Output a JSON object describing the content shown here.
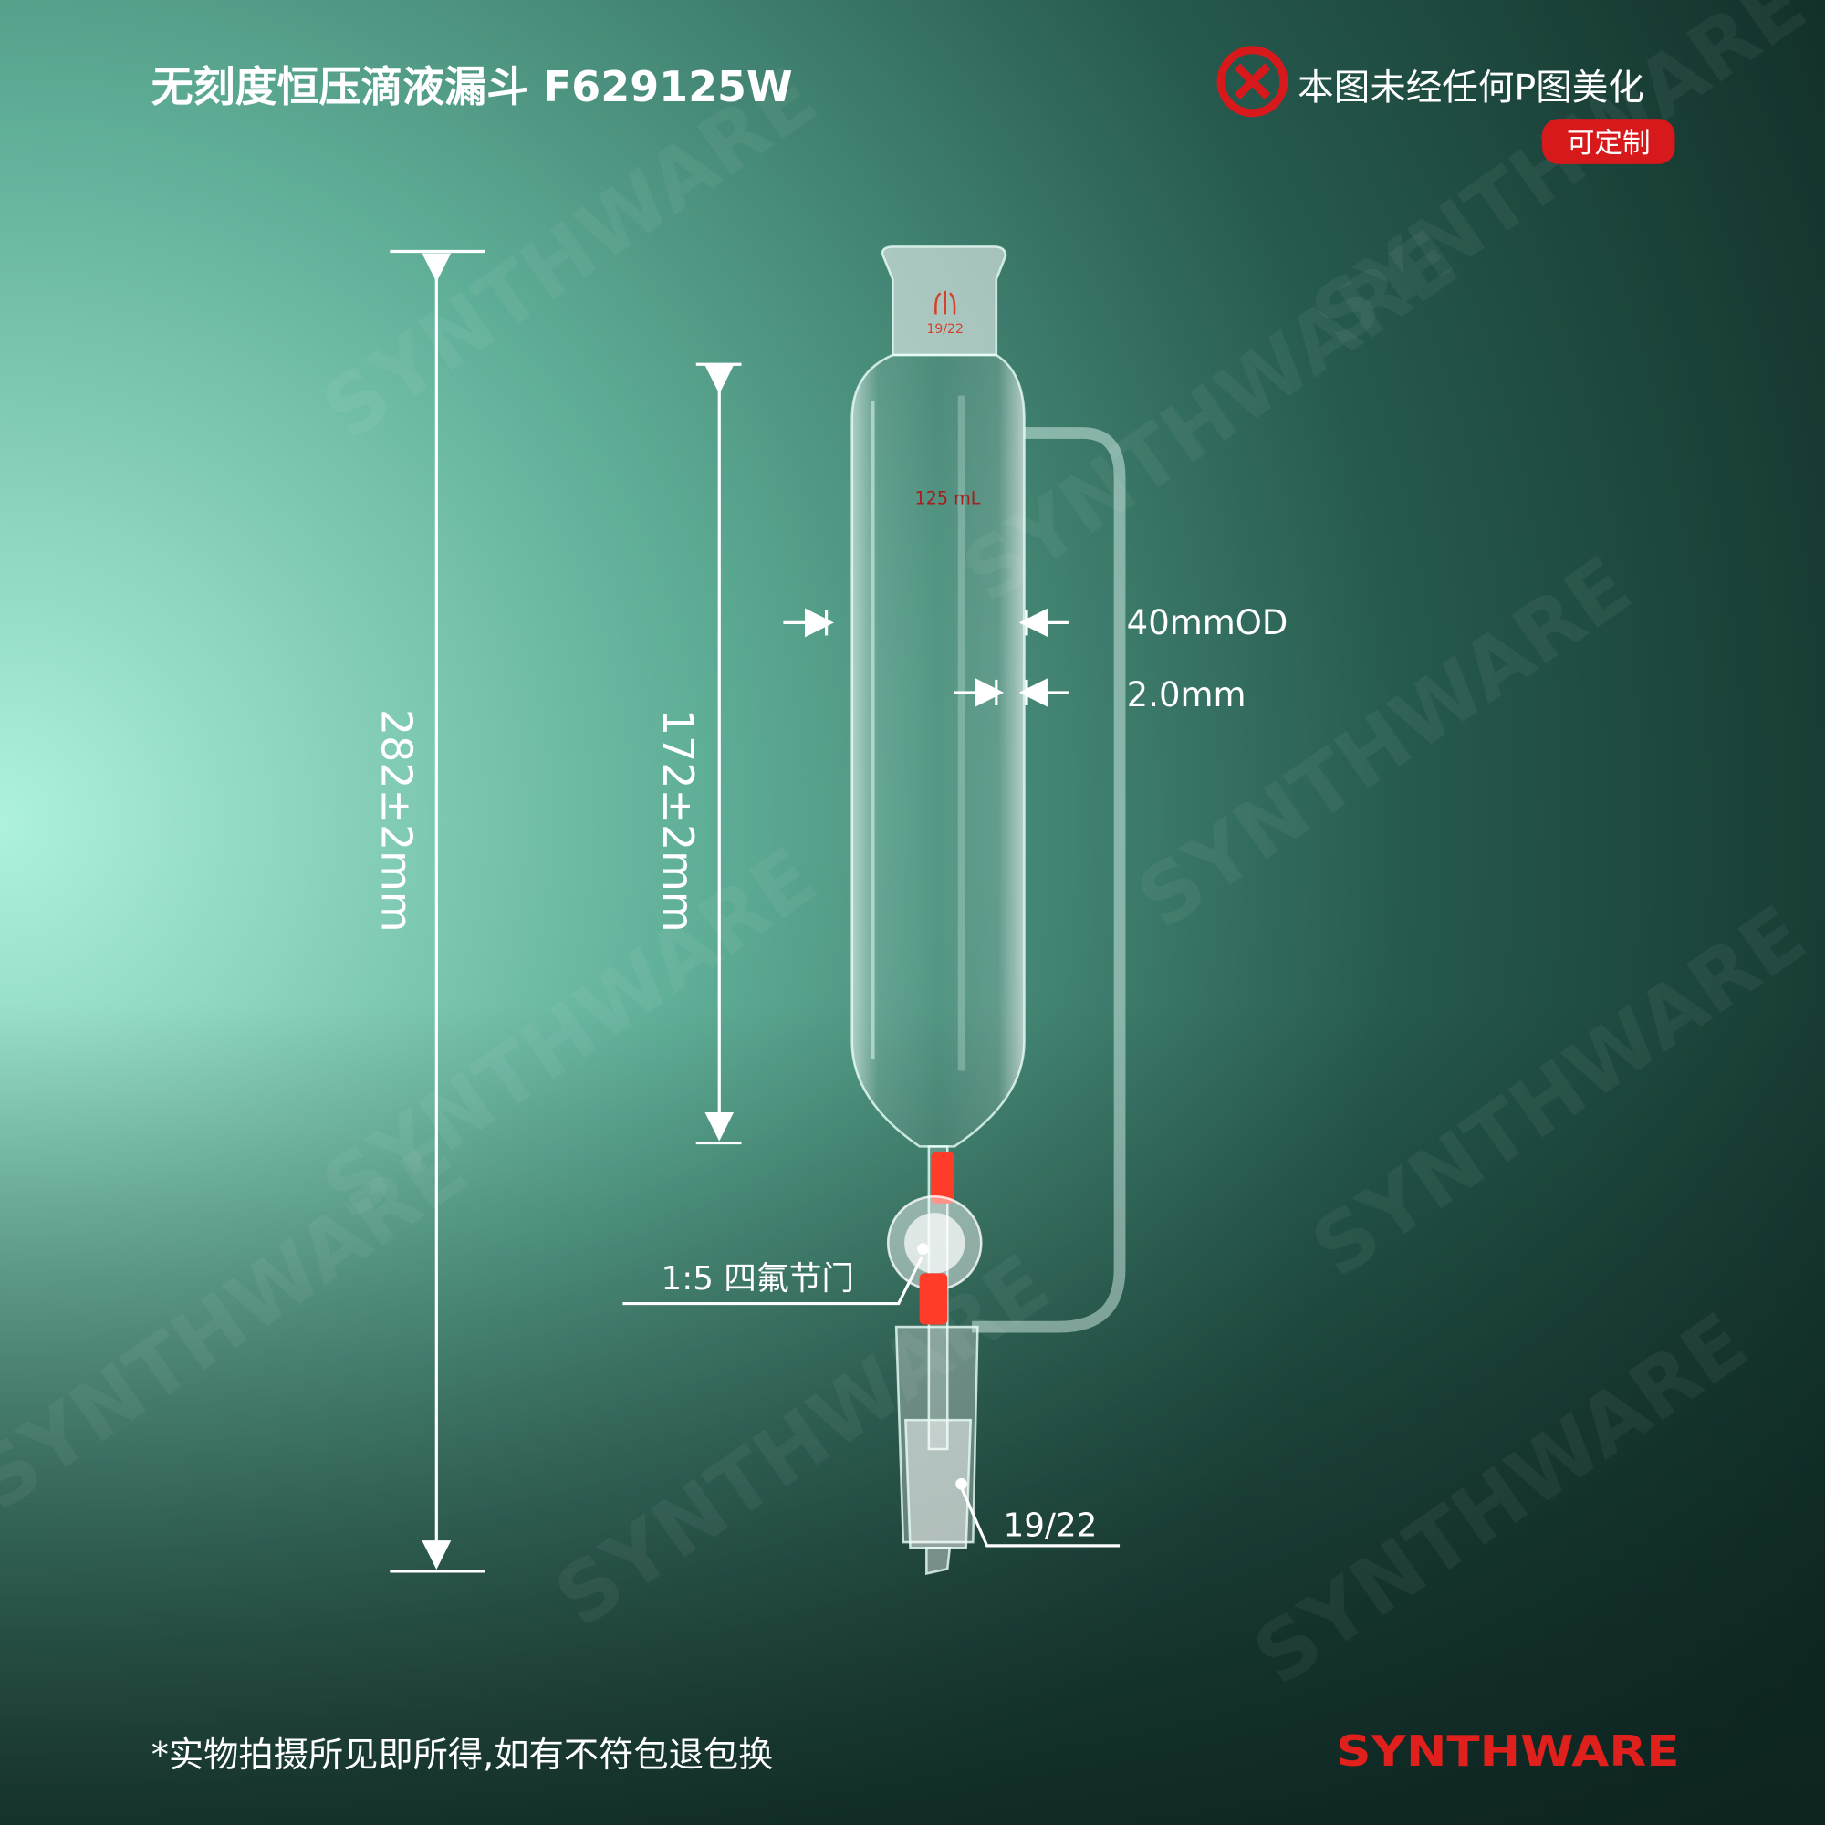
{
  "header": {
    "title": "无刻度恒压滴液漏斗 F629125W",
    "no_retouch_notice": "本图未经任何P图美化",
    "custom_badge": "可定制"
  },
  "product": {
    "top_joint_label": "19/22",
    "volume_label": "125 mL"
  },
  "dimensions": {
    "total_height": "282±2mm",
    "body_height": "172±2mm",
    "outer_diameter": "40mmOD",
    "wall_thickness": "2.0mm",
    "stopcock": "1:5 四氟节门",
    "bottom_joint": "19/22"
  },
  "footer": {
    "disclaimer": "*实物拍摄所见即所得,如有不符包退包换",
    "brand": "SYNTHWARE",
    "watermark": "SYNTHWARE"
  },
  "colors": {
    "accent_red": "#d7191c",
    "text": "#ffffff"
  }
}
